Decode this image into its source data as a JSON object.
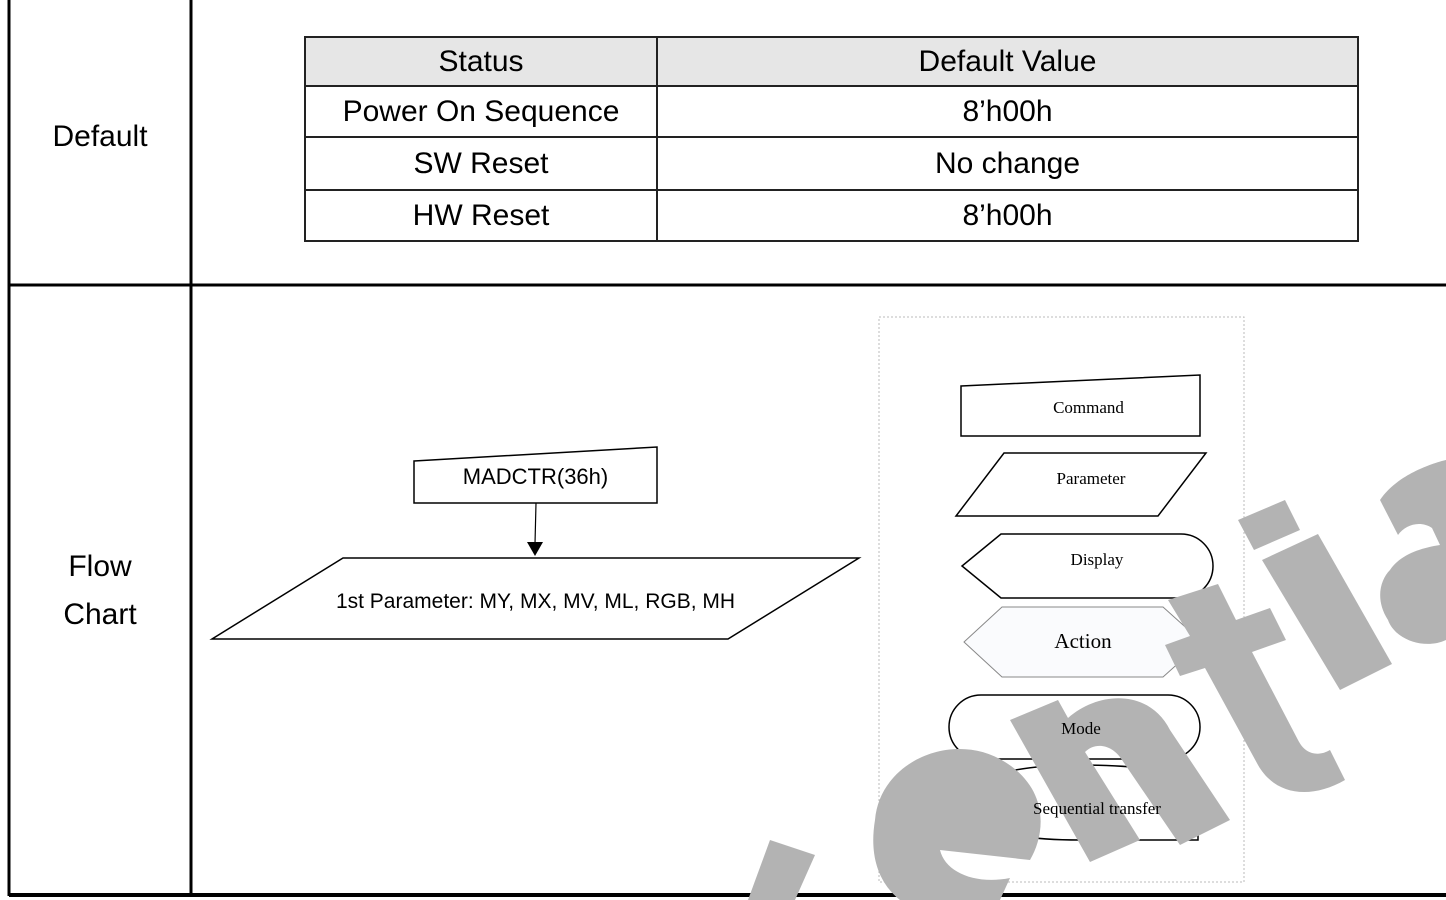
{
  "rows": {
    "default_label": "Default",
    "flow_label_line1": "Flow",
    "flow_label_line2": "Chart"
  },
  "defaults_table": {
    "headers": [
      "Status",
      "Default Value"
    ],
    "rows": [
      [
        "Power On Sequence",
        "8’h00h"
      ],
      [
        "SW Reset",
        "No change"
      ],
      [
        "HW Reset",
        "8’h00h"
      ]
    ]
  },
  "flowchart": {
    "command": "MADCTR(36h)",
    "parameter": "1st Parameter: MY, MX, MV, ML, RGB, MH"
  },
  "legend": {
    "command": "Command",
    "parameter": "Parameter",
    "display": "Display",
    "action": "Action",
    "mode": "Mode",
    "sequential": "Sequential transfer"
  },
  "watermark": "dentia"
}
